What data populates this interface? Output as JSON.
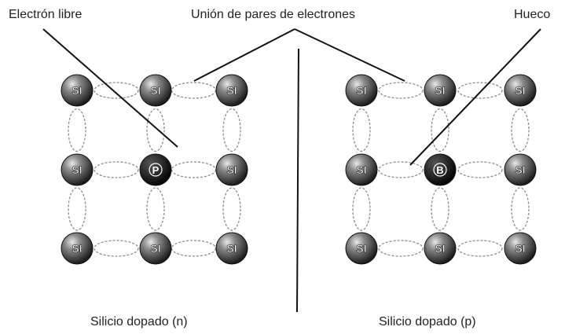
{
  "labels": {
    "free_electron": "Electrón libre",
    "electron_pair_bond": "Unión de pares de electrones",
    "hole": "Hueco"
  },
  "captions": {
    "n_type": "Silicio dopado (n)",
    "p_type": "Silicio dopado (p)"
  },
  "atoms": {
    "silicon": "SI",
    "n_dopant": "P",
    "p_dopant": "B"
  },
  "colors": {
    "atom_dark": "#1c1c1c",
    "atom_light": "#8a8a8a",
    "bond_stroke": "#8c8c8c",
    "line": "#111111"
  }
}
